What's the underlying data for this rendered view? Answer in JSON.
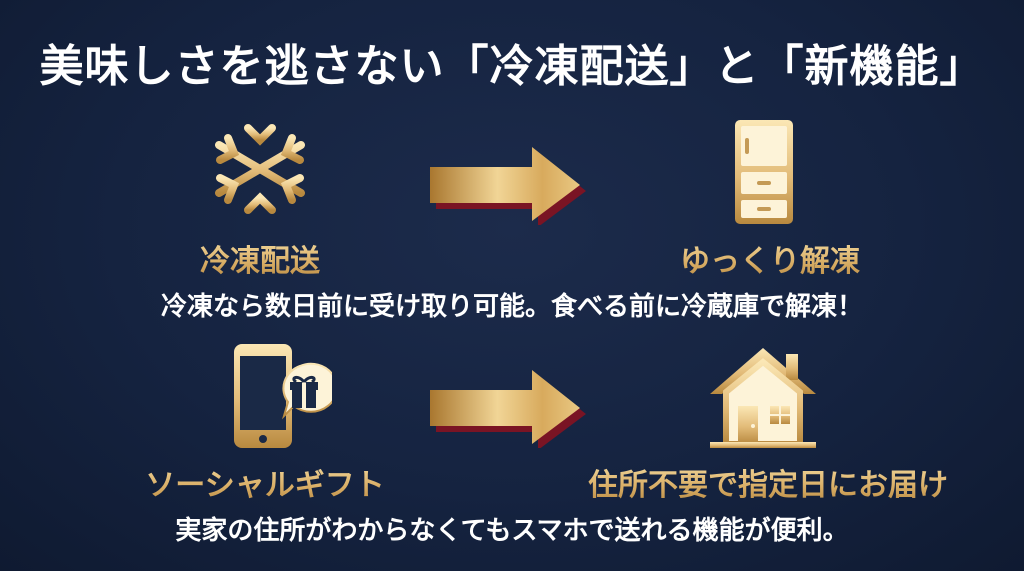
{
  "headline": "美味しさを逃さない「冷凍配送」と「新機能」",
  "row1": {
    "left_label": "冷凍配送",
    "right_label": "ゆっくり解凍",
    "caption": "冷凍なら数日前に受け取り可能。食べる前に冷蔵庫で解凍！",
    "left_icon": "snowflake-icon",
    "right_icon": "refrigerator-icon"
  },
  "row2": {
    "left_label": "ソーシャルギフト",
    "right_label": "住所不要で指定日にお届け",
    "caption": "実家の住所がわからなくてもスマホで送れる機能が便利。",
    "left_icon": "smartphone-gift-icon",
    "right_icon": "house-icon"
  },
  "colors": {
    "background": "#152340",
    "gold": "#e8c98a",
    "arrow_shadow": "#7a1424",
    "text": "#ffffff"
  }
}
